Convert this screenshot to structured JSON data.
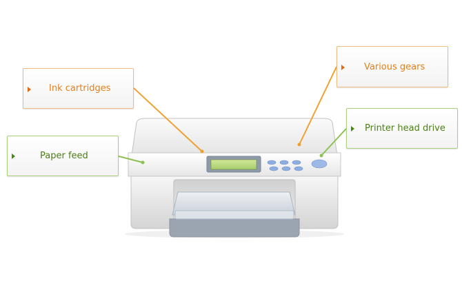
{
  "colors": {
    "orange_accent": "#e47f16",
    "orange_leader": "#f0a030",
    "green_accent": "#4d7f14",
    "green_leader": "#8cc152"
  },
  "callouts": {
    "ink_cartridges": {
      "label": "Ink cartridges",
      "icon": "arrow-right-icon"
    },
    "various_gears": {
      "label": "Various gears",
      "icon": "arrow-right-icon"
    },
    "printer_head_drive": {
      "label": "Printer head drive",
      "icon": "arrow-right-icon"
    },
    "paper_feed": {
      "label": "Paper feed",
      "icon": "arrow-right-icon"
    }
  },
  "printer": {
    "icon": "printer-illustration"
  }
}
